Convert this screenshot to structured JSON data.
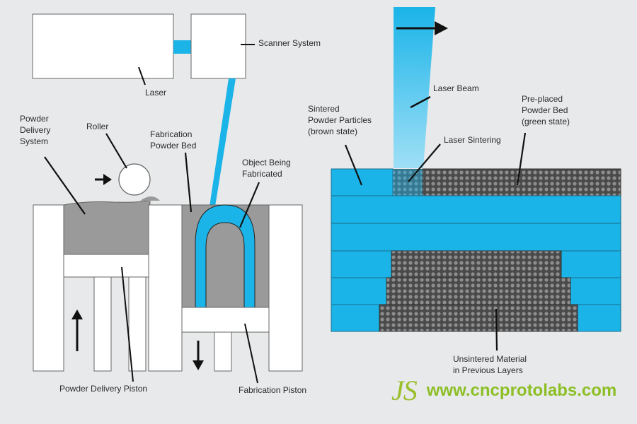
{
  "labels": {
    "scanner_system": "Scanner System",
    "laser": "Laser",
    "powder_delivery_system": "Powder\nDelivery\nSystem",
    "roller": "Roller",
    "fabrication_powder_bed": "Fabrication\nPowder Bed",
    "object_being_fabricated": "Object Being\nFabricated",
    "powder_delivery_piston": "Powder Delivery Piston",
    "fabrication_piston": "Fabrication Piston",
    "laser_beam": "Laser Beam",
    "sintered_powder_particles": "Sintered\nPowder Particles\n(brown state)",
    "laser_sintering": "Laser Sintering",
    "preplaced_powder_bed": "Pre-placed\nPowder Bed\n(green state)",
    "unsintered_material": "Unsintered Material\nin Previous Layers"
  },
  "brand": {
    "logo_text": "JS",
    "url": "www.cncprotolabs.com"
  },
  "colors": {
    "background": "#e8e9ea",
    "blue": "#1ab4e8",
    "gray_powder": "#9a9a9a",
    "white": "#ffffff",
    "outline": "#555555",
    "brand_green": "#8cbf26"
  }
}
